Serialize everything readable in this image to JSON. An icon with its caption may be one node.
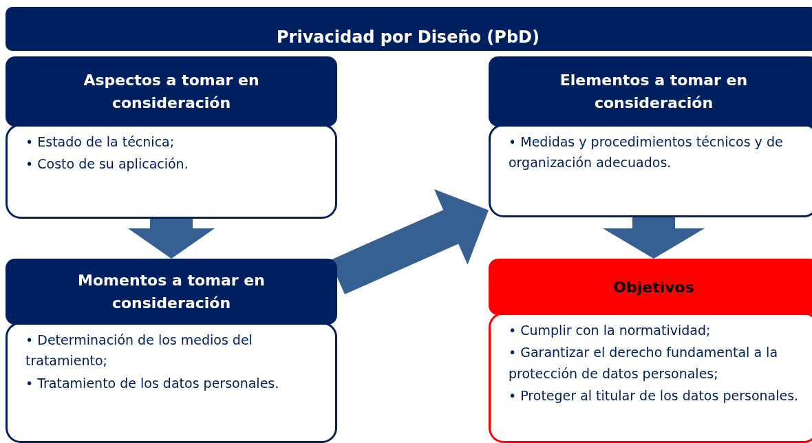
{
  "diagram": {
    "title": "Privacidad por Diseño (PbD)",
    "nodes": [
      {
        "text": [
          "Aspectos a tomar en consideración",
          "• Estado de la técnica;",
          "• Costo de su aplicación."
        ]
      },
      {
        "text": [
          "Momentos a tomar en consideración",
          "• Determinación de los medios del tratamiento;",
          "• Tratamiento de los datos personales."
        ]
      },
      {
        "text": [
          "Elementos a tomar en consideración",
          "• Medidas y procedimientos técnicos y de organización adecuados."
        ]
      },
      {
        "text": [
          "Objetivos",
          "• Cumplir con la normatividad;",
          "• Garantizar el derecho fundamental a la protección de datos personales;",
          "• Proteger al titular de los datos personales."
        ]
      }
    ],
    "edges": [
      {
        "from": 0,
        "to": 1,
        "arrow": "to"
      },
      {
        "from": 1,
        "to": 2,
        "arrow": "to"
      },
      {
        "from": 2,
        "to": 3,
        "arrow": "to"
      }
    ]
  }
}
